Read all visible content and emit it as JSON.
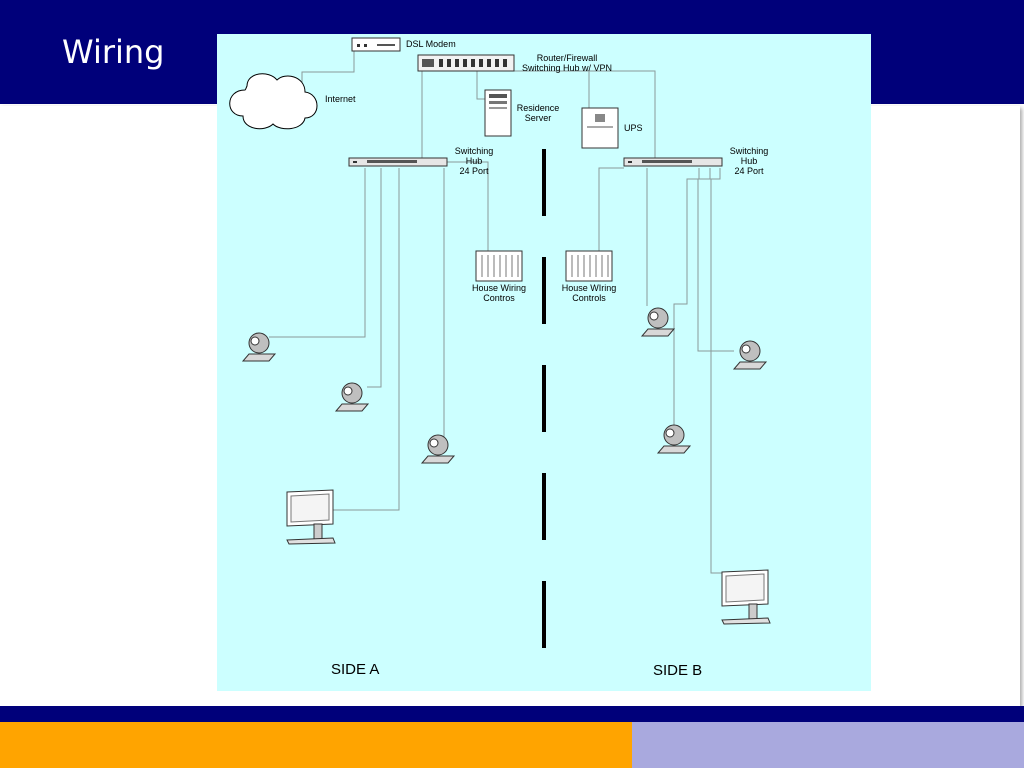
{
  "slide": {
    "title": "Wiring"
  },
  "diagram": {
    "labels": {
      "dsl_modem": "DSL Modem",
      "router_line1": "Router/Firewall",
      "router_line2": "Switching Hub w/ VPN",
      "internet": "Internet",
      "server_line1": "Residence",
      "server_line2": "Server",
      "ups": "UPS",
      "hub_a_line1": "Switching",
      "hub_a_line2": "Hub",
      "hub_a_line3": "24 Port",
      "hub_b_line1": "Switching",
      "hub_b_line2": "Hub",
      "hub_b_line3": "24 Port",
      "controls_a_line1": "House Wiring",
      "controls_a_line2": "Contros",
      "controls_b_line1": "House WIring",
      "controls_b_line2": "Controls",
      "side_a": "SIDE A",
      "side_b": "SIDE B"
    },
    "colors": {
      "background": "#ccffff",
      "line": "#8a9a9a",
      "divider": "#000000"
    }
  }
}
